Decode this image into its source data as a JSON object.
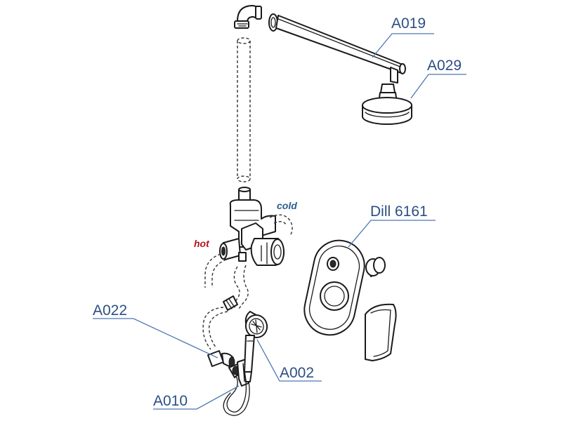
{
  "labels": {
    "a019": "A019",
    "a029": "A029",
    "dill": "Dill 6161",
    "a022": "A022",
    "a002": "A002",
    "a010": "A010",
    "hot": "hot",
    "cold": "cold"
  },
  "colors": {
    "label": "#2b4f83",
    "leader": "#4d77b0",
    "hot": "#b5121b",
    "cold": "#2b5c93",
    "line": "#1a1a1a"
  }
}
